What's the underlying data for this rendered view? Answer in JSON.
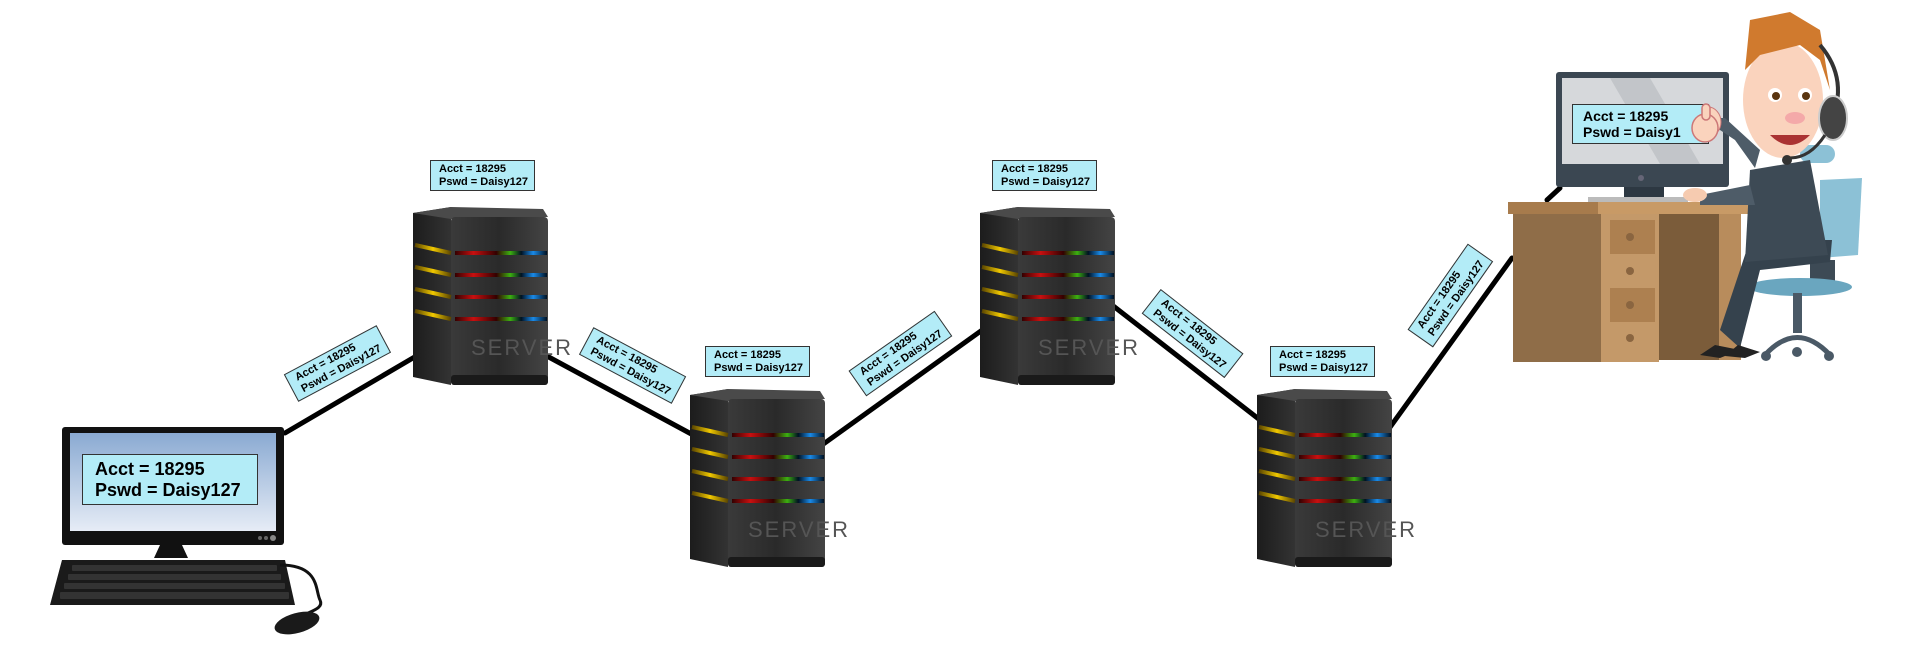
{
  "diagram": {
    "title": "Credentials transmitted in clear text across network hops",
    "credentials": {
      "acct_line": "Acct = 18295",
      "pswd_line": "Pswd = Daisy127",
      "pswd_line_truncated": "Pswd = Daisy1"
    },
    "server_label": "SERVER",
    "nodes": [
      {
        "id": "client",
        "type": "desktop-computer"
      },
      {
        "id": "server-1",
        "type": "server"
      },
      {
        "id": "server-2",
        "type": "server"
      },
      {
        "id": "server-3",
        "type": "server"
      },
      {
        "id": "server-4",
        "type": "server"
      },
      {
        "id": "recipient",
        "type": "person-at-desk"
      }
    ],
    "links": [
      {
        "from": "client",
        "to": "server-1"
      },
      {
        "from": "server-1",
        "to": "server-2"
      },
      {
        "from": "server-2",
        "to": "server-3"
      },
      {
        "from": "server-3",
        "to": "server-4"
      },
      {
        "from": "server-4",
        "to": "recipient"
      }
    ],
    "colors": {
      "label_fill": "#b3ecf7",
      "label_border": "#333333",
      "server_body": "#2b2b2b",
      "led_yellow": "#e0b800",
      "led_red": "#c81010",
      "led_green": "#3cb010",
      "led_blue": "#1a8ae8",
      "desk": "#c89a66",
      "chair": "#8cc1d6",
      "suit": "#3d4a55",
      "hair": "#d07a2e"
    }
  }
}
